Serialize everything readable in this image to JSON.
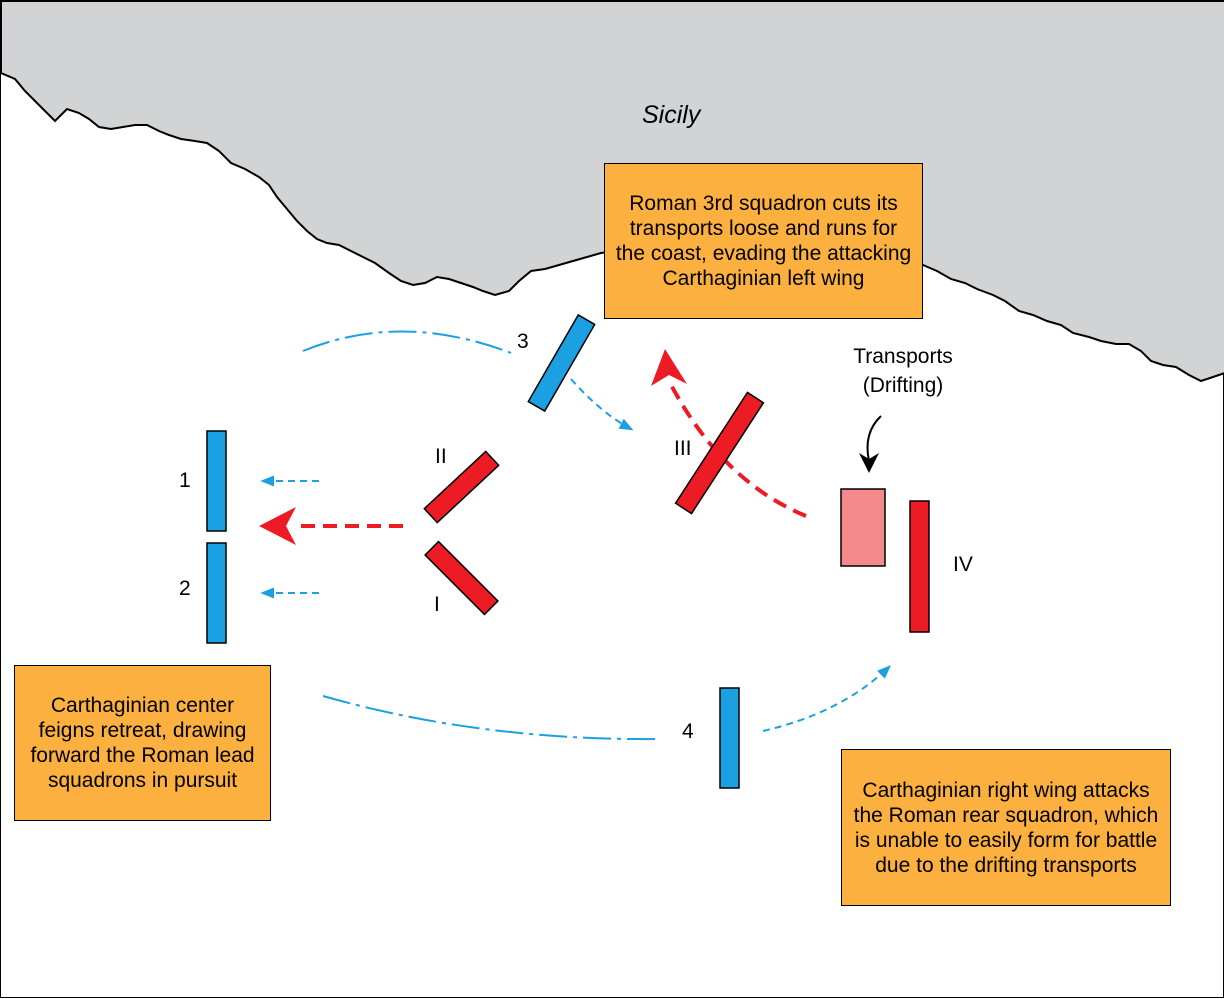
{
  "land": {
    "label": "Sicily",
    "fill": "#d1d3d4"
  },
  "colors": {
    "roman": "#1ba0e1",
    "carthaginian": "#ed1c24",
    "transports": "#f48a8c",
    "note_bg": "#fbb040"
  },
  "roman_squadrons": [
    {
      "id": "1",
      "label": "1"
    },
    {
      "id": "2",
      "label": "2"
    },
    {
      "id": "3",
      "label": "3"
    },
    {
      "id": "4",
      "label": "4"
    }
  ],
  "carthaginian_squadrons": [
    {
      "id": "I",
      "label": "I"
    },
    {
      "id": "II",
      "label": "II"
    },
    {
      "id": "III",
      "label": "III"
    },
    {
      "id": "IV",
      "label": "IV"
    }
  ],
  "transports": {
    "line1": "Transports",
    "line2": "(Drifting)"
  },
  "notes": {
    "roman_third": "Roman 3rd squadron cuts its transports loose and runs for the coast, evading the attacking Carthaginian left wing",
    "carthaginian_center": "Carthaginian center feigns retreat, drawing forward the Roman lead squadrons in pursuit",
    "carthaginian_right": "Carthaginian right wing attacks the Roman rear squadron, which is unable to easily form for battle due to the drifting transports"
  }
}
